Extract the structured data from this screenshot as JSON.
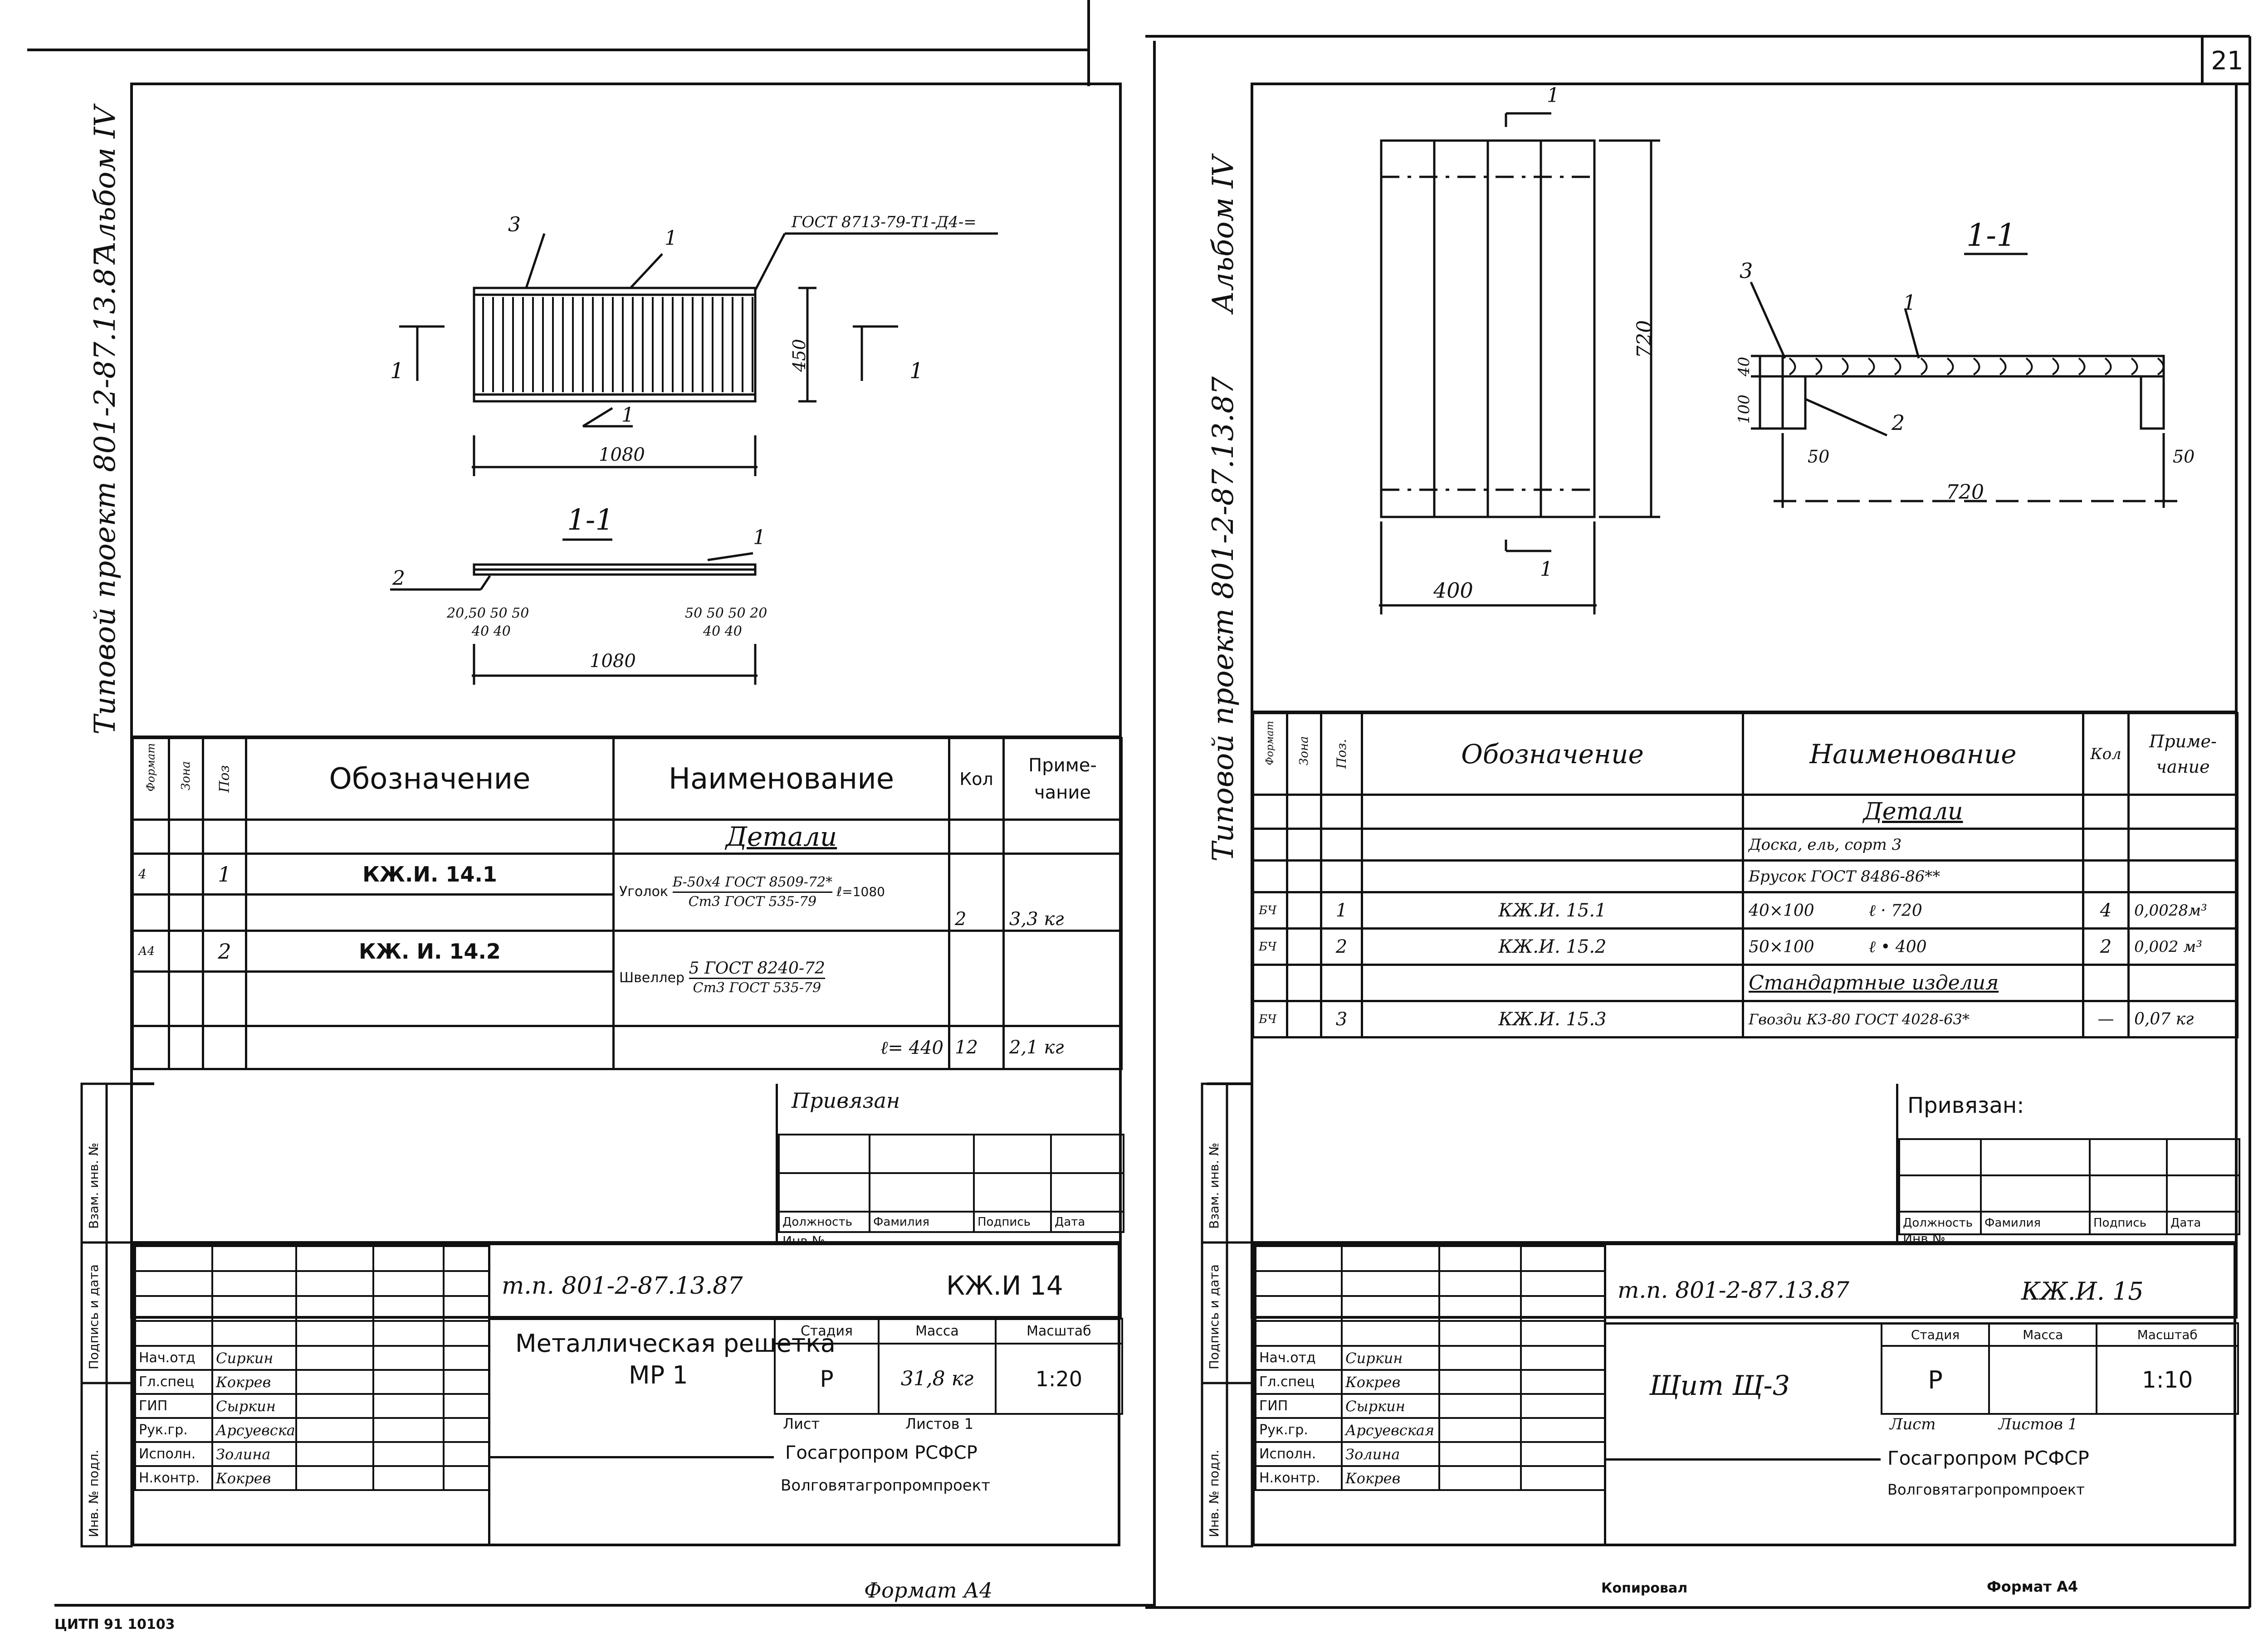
{
  "page_number": "21",
  "left_sheet": {
    "album_label": "Альбом IV",
    "project_label": "Типовой проект 801-2-87.13.87",
    "drawing": {
      "standard_note": "ГОСТ 8713-79-Т1-Д4-=",
      "pos_3": "3",
      "pos_1_top": "1",
      "pos_1_bottom": "1",
      "dim_height": "450",
      "dim_length": "1080",
      "section_mark_left": "1",
      "section_mark_right": "1",
      "section_title": "1-1",
      "section_pos_1": "1",
      "section_pos_2": "2",
      "pitch_left_top": "20,50 50 50",
      "pitch_left_bottom": "40 40",
      "pitch_right_top": "50 50 50 20",
      "pitch_right_bottom": "40 40",
      "section_length": "1080"
    },
    "spec": {
      "headers": {
        "format": "Формат",
        "zone": "Зона",
        "pos": "Поз",
        "designation": "Обозначение",
        "name": "Наименование",
        "qty": "Кол",
        "note": "Приме-чание"
      },
      "section_details": "Детали",
      "rows": [
        {
          "format": "4",
          "pos": "1",
          "designation": "КЖ.И. 14.1",
          "name_main": "Уголок",
          "name_top": "Б-50х4 ГОСТ 8509-72*",
          "name_bottom": "Ст3 ГОСТ 535-79",
          "length": "ℓ=1080",
          "qty": "2",
          "note": "3,3 кг"
        },
        {
          "format": "А4",
          "pos": "2",
          "designation": "КЖ. И. 14.2",
          "name_main": "Швеллер",
          "name_top": "5 ГОСТ 8240-72",
          "name_bottom": "Ст3 ГОСТ 535-79",
          "length": "ℓ= 440",
          "qty": "12",
          "note": "2,1 кг"
        }
      ]
    },
    "binding": {
      "title": "Привязан",
      "col1": "Должность",
      "col2": "Фамилия",
      "col3": "Подпись",
      "col4": "Дата",
      "inv": "Инв.№"
    },
    "side_stamp": {
      "s1": "Взам. инв. №",
      "s2": "Подпись и дата",
      "s3": "Инв. № подл."
    },
    "title_block": {
      "code": "т.п. 801-2-87.13.87",
      "mark": "КЖ.И 14",
      "name_line1": "Металлическая решетка",
      "name_line2": "МР 1",
      "stage_h": "Стадия",
      "mass_h": "Масса",
      "scale_h": "Масштаб",
      "stage": "Р",
      "mass": "31,8 кг",
      "scale": "1:20",
      "sheet": "Лист",
      "sheets": "Листов 1",
      "org1": "Госагропром РСФСР",
      "org2": "Волговятагропромпроект",
      "people": [
        {
          "role": "Нач.отд",
          "name": "Сиркин"
        },
        {
          "role": "Гл.спец",
          "name": "Кокрев"
        },
        {
          "role": "ГИП",
          "name": "Сыркин"
        },
        {
          "role": "Рук.гр.",
          "name": "Арсуевская"
        },
        {
          "role": "Исполн.",
          "name": "Золина"
        },
        {
          "role": "Н.контр.",
          "name": "Кокрев"
        }
      ]
    },
    "format": "Формат А4",
    "bottom_code": "ЦИТП  91 10103"
  },
  "right_sheet": {
    "album_label": "Альбом IV",
    "project_label": "Типовой проект 801-2-87.13.87",
    "drawing": {
      "section_mark_top": "1",
      "section_mark_bottom": "1",
      "dim_height": "720",
      "dim_width": "400",
      "section_title": "1-1",
      "pos_3": "3",
      "pos_1": "1",
      "pos_2": "2",
      "dim_h1": "40",
      "dim_h2": "100",
      "dim_50_left": "50",
      "dim_50_right": "50",
      "dim_length": "720"
    },
    "spec": {
      "headers": {
        "format": "Формат",
        "zone": "Зона",
        "pos": "Поз.",
        "designation": "Обозначение",
        "name": "Наименование",
        "qty": "Кол",
        "note": "Приме-чание"
      },
      "section_details": "Детали",
      "material_line1": "Доска, ель, сорт 3",
      "material_line2": "Брусок  ГОСТ 8486-86**",
      "rows": [
        {
          "format": "БЧ",
          "pos": "1",
          "designation": "КЖ.И. 15.1",
          "size": "40×100",
          "length": "ℓ · 720",
          "qty": "4",
          "note": "0,0028м³"
        },
        {
          "format": "БЧ",
          "pos": "2",
          "designation": "КЖ.И. 15.2",
          "size": "50×100",
          "length": "ℓ • 400",
          "qty": "2",
          "note": "0,002 м³"
        }
      ],
      "section_standard": "Стандартные изделия",
      "std_row": {
        "format": "БЧ",
        "pos": "3",
        "designation": "КЖ.И. 15.3",
        "name": "Гвозди К3-80 ГОСТ 4028-63*",
        "qty": "—",
        "note": "0,07 кг"
      }
    },
    "binding": {
      "title": "Привязан:",
      "col1": "Должность",
      "col2": "Фамилия",
      "col3": "Подпись",
      "col4": "Дата",
      "inv": "Инв.№"
    },
    "side_stamp": {
      "s1": "Взам. инв. №",
      "s2": "Подпись и дата",
      "s3": "Инв. № подл."
    },
    "title_block": {
      "code": "т.п. 801-2-87.13.87",
      "mark": "КЖ.И. 15",
      "name": "Щит Щ-3",
      "stage_h": "Стадия",
      "mass_h": "Масса",
      "scale_h": "Масштаб",
      "stage": "Р",
      "mass": "",
      "scale": "1:10",
      "sheet": "Лист",
      "sheets": "Листов 1",
      "org1": "Госагропром РСФСР",
      "org2": "Волговятагропромпроект",
      "people": [
        {
          "role": "Нач.отд",
          "name": "Сиркин"
        },
        {
          "role": "Гл.спец",
          "name": "Кокрев"
        },
        {
          "role": "ГИП",
          "name": "Сыркин"
        },
        {
          "role": "Рук.гр.",
          "name": "Арсуевская"
        },
        {
          "role": "Исполн.",
          "name": "Золина"
        },
        {
          "role": "Н.контр.",
          "name": "Кокрев"
        }
      ]
    },
    "copied": "Копировал",
    "format": "Формат А4"
  }
}
